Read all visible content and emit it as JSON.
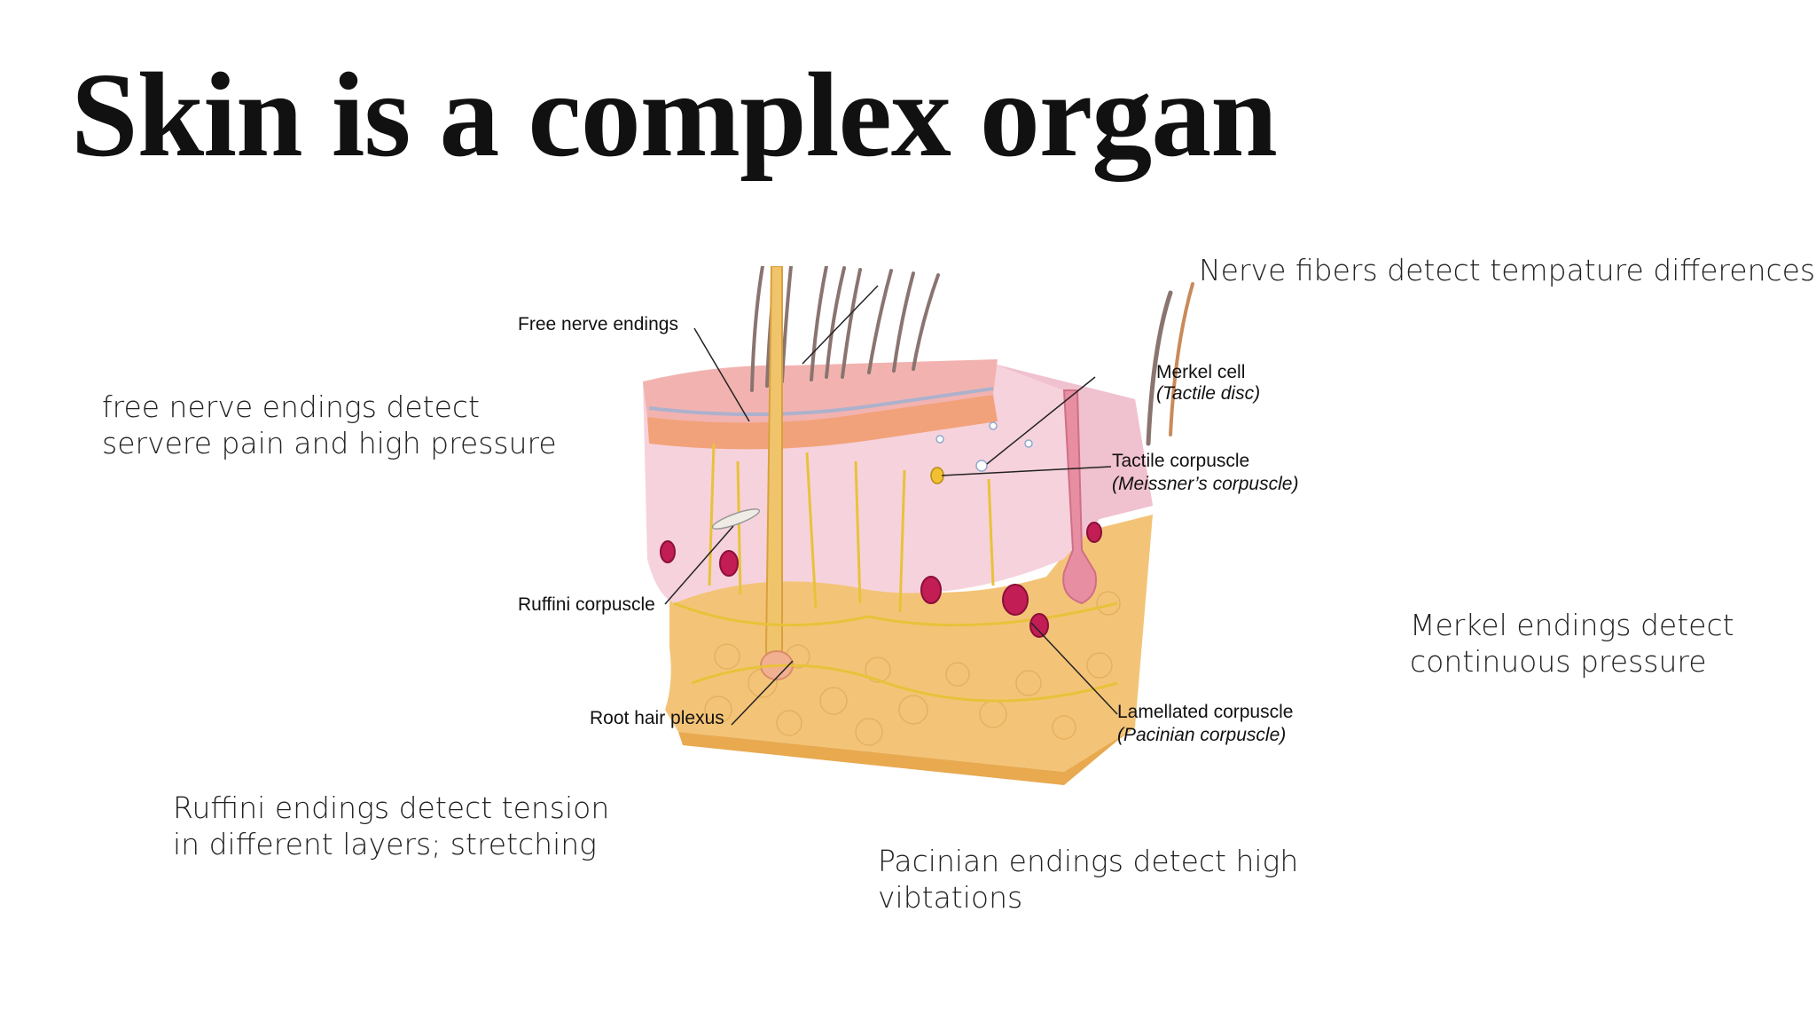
{
  "title": "Skin is a complex organ",
  "notes": {
    "nerve_fibers": [
      "Nerve fibers detect tempature differences"
    ],
    "free_nerve": [
      "free nerve endings detect",
      "servere pain and high pressure"
    ],
    "merkel": [
      "Merkel endings detect",
      "continuous pressure"
    ],
    "ruffini": [
      "Ruffini endings detect tension",
      "in different layers; stretching"
    ],
    "pacinian": [
      "Pacinian endings detect high",
      "vibtations"
    ]
  },
  "diagram_labels": {
    "free_nerve_endings": "Free nerve endings",
    "merkel_cell": "Merkel cell",
    "merkel_cell_alt": "(Tactile disc)",
    "tactile_corpuscle": "Tactile corpuscle",
    "tactile_corpuscle_alt": "(Meissner’s corpuscle)",
    "ruffini_corpuscle": "Ruffini corpuscle",
    "root_hair_plexus": "Root hair plexus",
    "lamellated_corpuscle": "Lamellated corpuscle",
    "lamellated_corpuscle_alt": "(Pacinian corpuscle)"
  },
  "colors": {
    "epidermis": "#f2b3b0",
    "dermis": "#f6d2dc",
    "hypodermis": "#f3c477",
    "hair": "#8a7470",
    "nerve": "#e8c23a",
    "corpuscle": "#c21d55"
  }
}
